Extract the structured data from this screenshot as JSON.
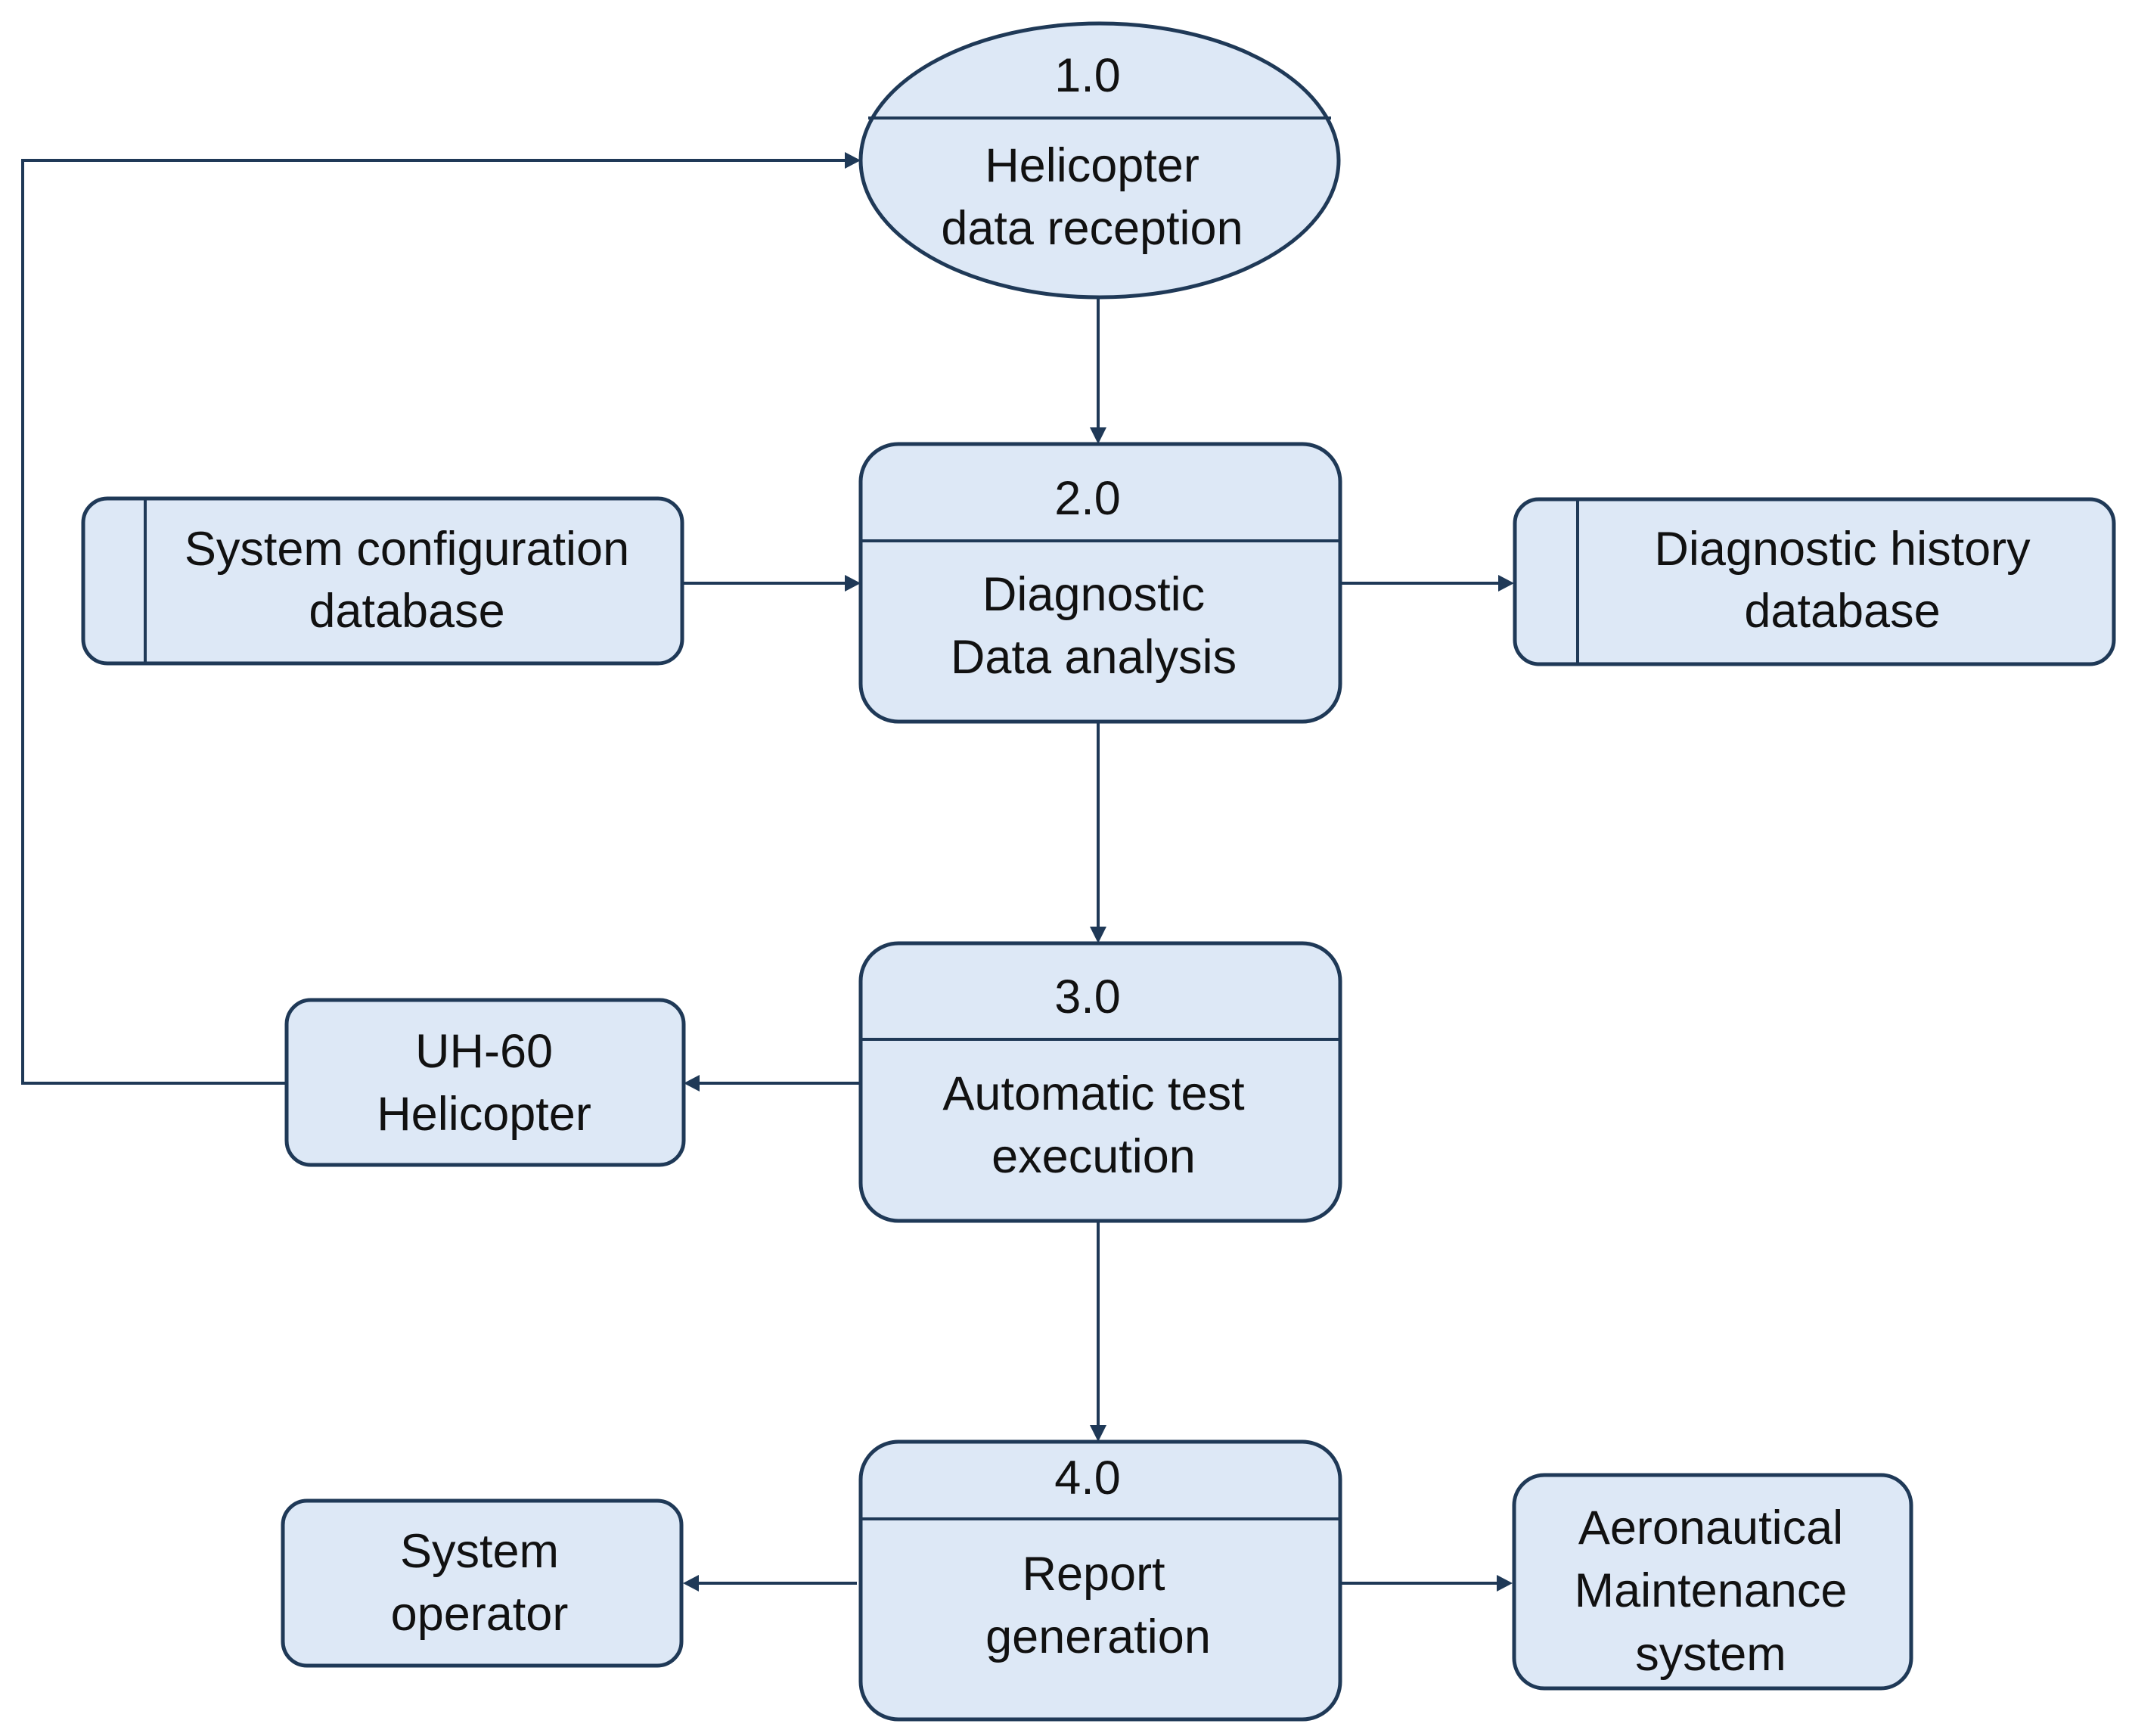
{
  "colors": {
    "fill": "#dde8f6",
    "stroke": "#1f3957",
    "text": "#111111",
    "background": "#ffffff"
  },
  "processes": {
    "p1": {
      "number": "1.0",
      "line1": "Helicopter",
      "line2": "data reception"
    },
    "p2": {
      "number": "2.0",
      "line1": "Diagnostic",
      "line2": "Data analysis"
    },
    "p3": {
      "number": "3.0",
      "line1": "Automatic test",
      "line2": "execution"
    },
    "p4": {
      "number": "4.0",
      "line1": "Report",
      "line2": "generation"
    }
  },
  "stores": {
    "config": {
      "line1": "System configuration",
      "line2": "database"
    },
    "history": {
      "line1": "Diagnostic history",
      "line2": "database"
    }
  },
  "entities": {
    "helicopter": {
      "line1": "UH-60",
      "line2": "Helicopter"
    },
    "operator": {
      "line1": "System",
      "line2": "operator"
    },
    "maintenance": {
      "line1": "Aeronautical",
      "line2": "Maintenance",
      "line3": "system"
    }
  }
}
